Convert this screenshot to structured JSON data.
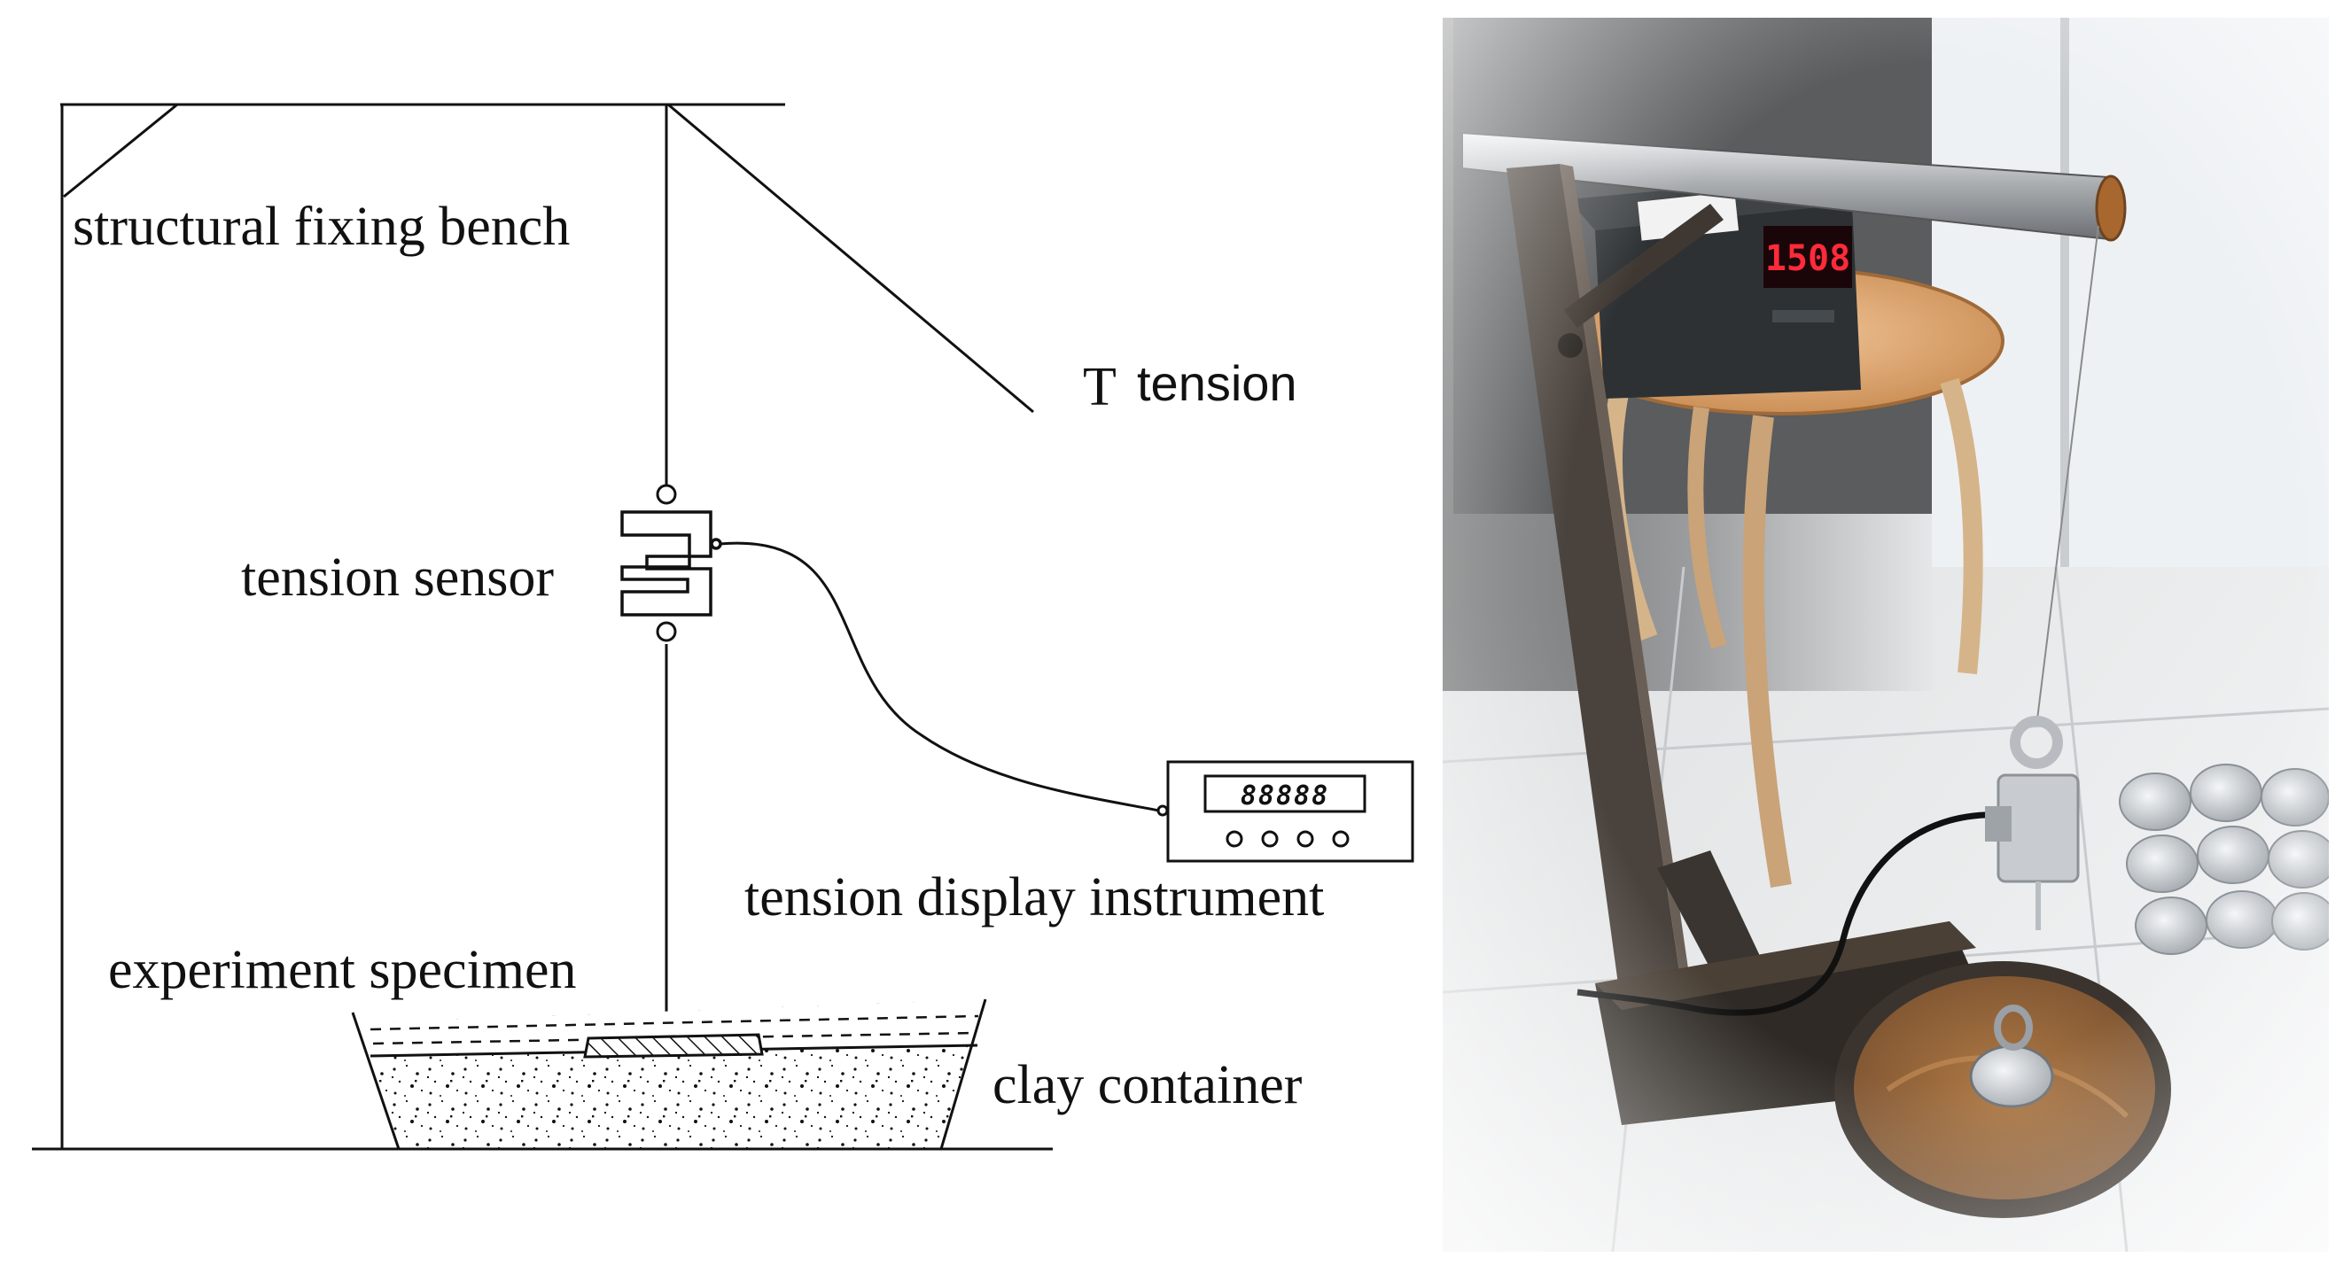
{
  "schematic": {
    "labels": {
      "bench": "structural fixing bench",
      "tension_symbol": "T",
      "tension": "tension",
      "sensor": "tension sensor",
      "display": "tension display instrument",
      "specimen": "experiment specimen",
      "container": "clay container"
    },
    "display_readout": "88888",
    "display_button_count": 4
  },
  "photo": {
    "meter_readout": "1508"
  },
  "colors": {
    "line": "#111111",
    "meter_digits": "#ff2a3a",
    "clay": "#9a6a3a",
    "floor": "#e9ebec"
  },
  "icons": {
    "sensor": "s-hook-load-cell-icon",
    "display": "digital-display-icon"
  }
}
